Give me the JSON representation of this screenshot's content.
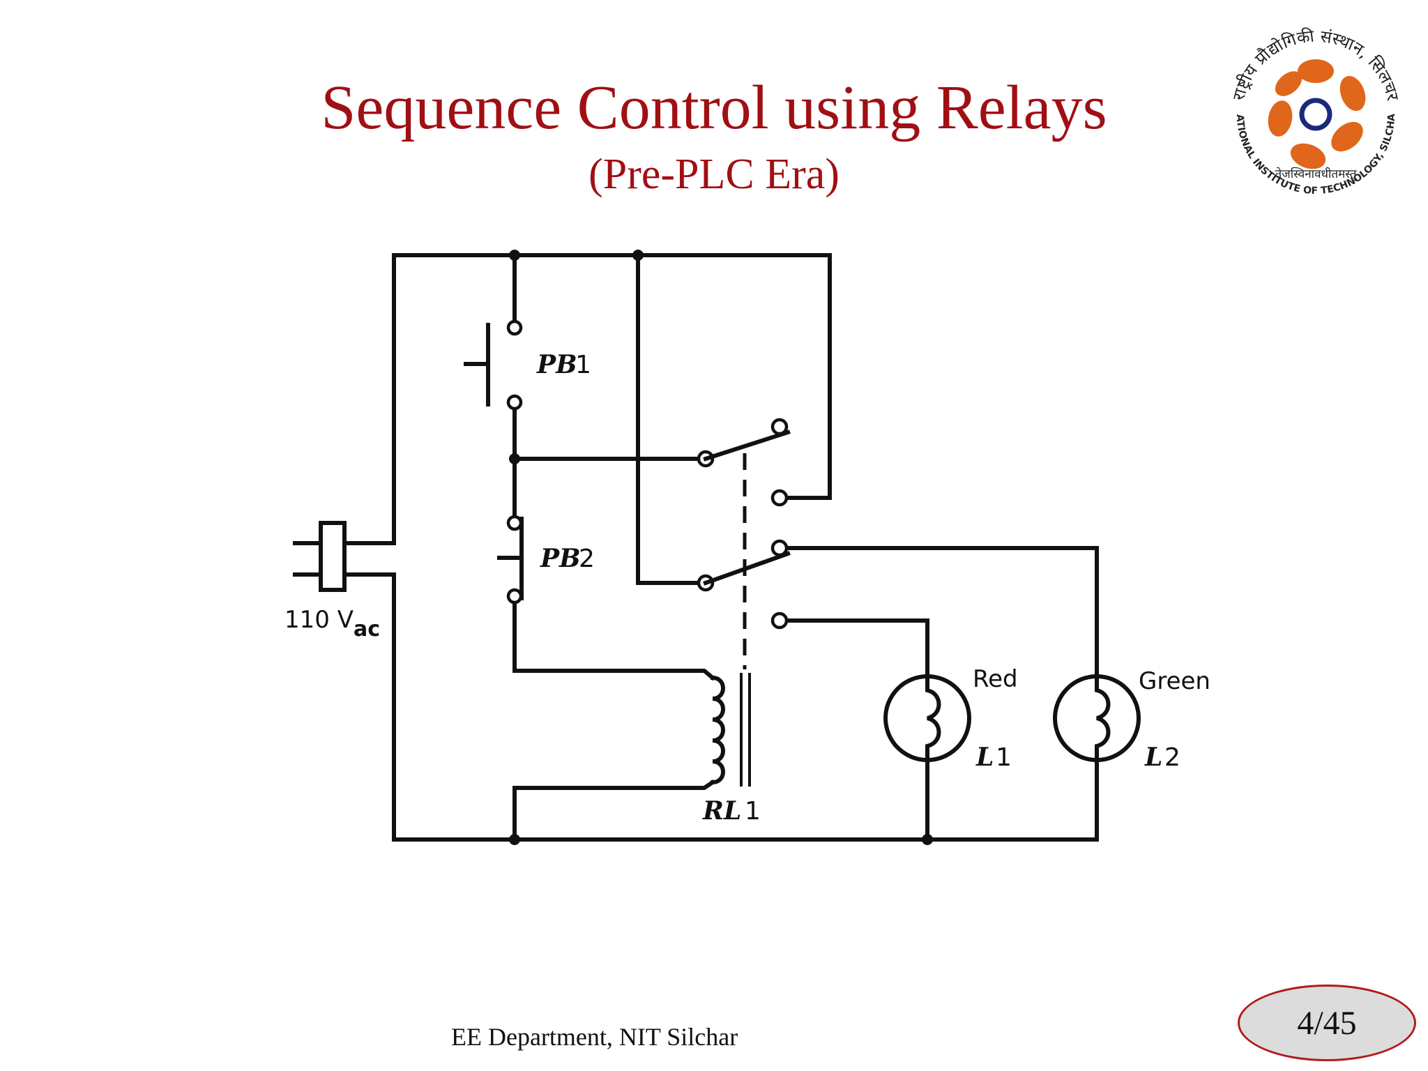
{
  "slide": {
    "title": "Sequence Control using Relays",
    "subtitle": "(Pre-PLC Era)",
    "footer": "EE Department, NIT Silchar",
    "page": "4/45",
    "title_color": "#a00f14"
  },
  "logo": {
    "top_text": "राष्ट्रीय प्रौद्योगिकी संस्थान, सिलचर",
    "bottom_text": "NATIONAL INSTITUTE OF TECHNOLOGY, SILCHAR",
    "motto": "तेजस्विनावधीतमस्तु",
    "accent": "#e0661c"
  },
  "circuit": {
    "supply": "110 V",
    "supply_sub": "ac",
    "pb1": {
      "name": "PB",
      "num": "1"
    },
    "pb2": {
      "name": "PB",
      "num": "2"
    },
    "relay": {
      "name": "RL",
      "num": "1"
    },
    "lamp1": {
      "color_label": "Red",
      "name": "L",
      "num": "1"
    },
    "lamp2": {
      "color_label": "Green",
      "name": "L",
      "num": "2"
    }
  }
}
